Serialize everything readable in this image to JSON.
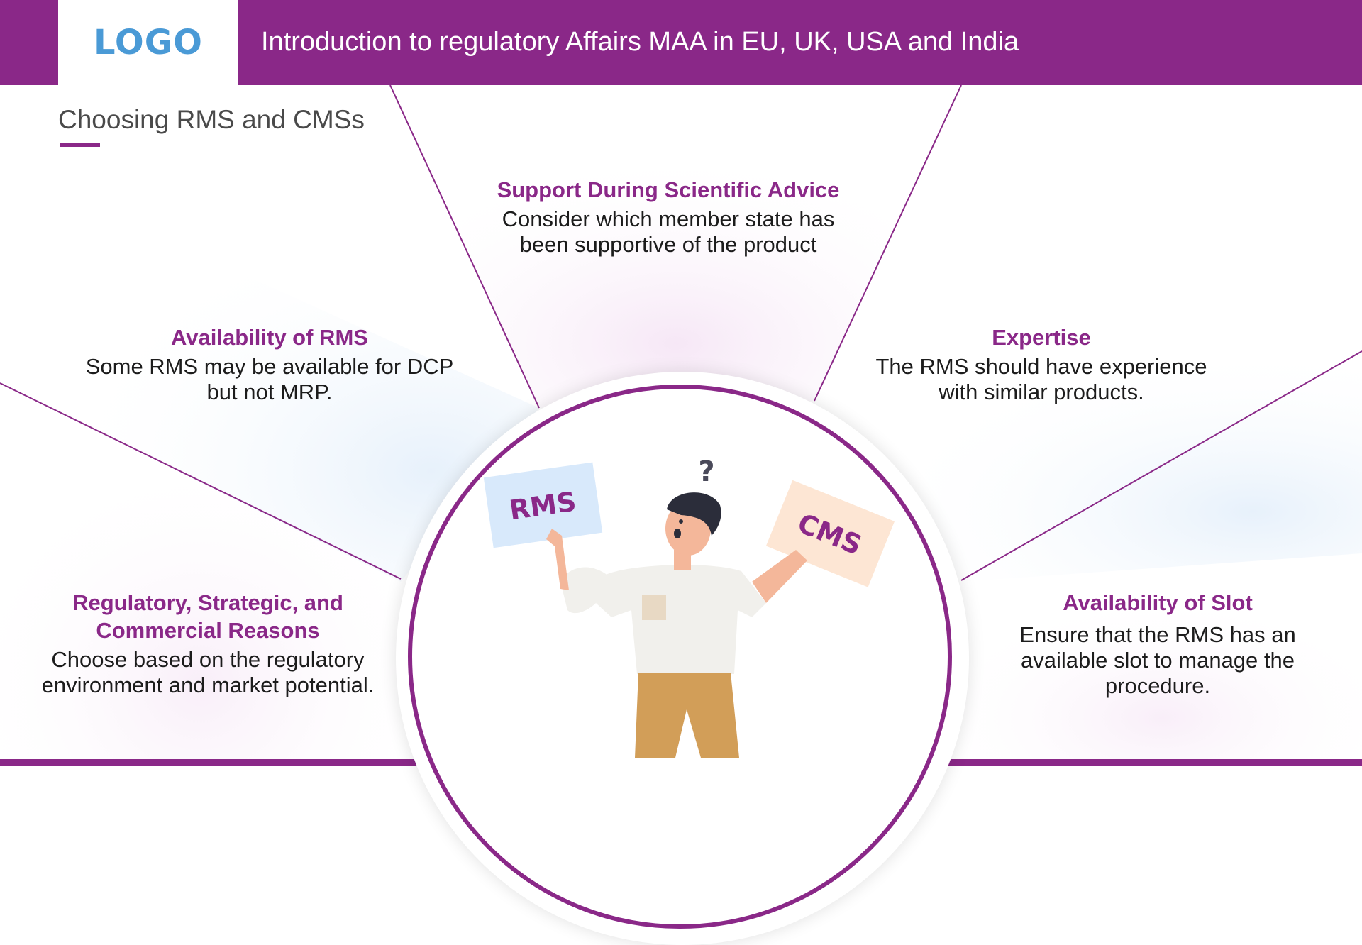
{
  "header": {
    "logo": "LOGO",
    "title": "Introduction to regulatory Affairs MAA in EU, UK, USA and India"
  },
  "page": {
    "title": "Choosing RMS and CMSs"
  },
  "sections": {
    "scientific_advice": {
      "heading": "Support During Scientific Advice",
      "line1": "Consider which member state has",
      "line2": "been supportive of the product"
    },
    "availability_rms": {
      "heading": "Availability of RMS",
      "line1": "Some RMS may be available for DCP",
      "line2": "but not MRP."
    },
    "expertise": {
      "heading": "Expertise",
      "line1": "The RMS should have experience",
      "line2": "with similar products."
    },
    "regulatory_reasons": {
      "heading_line1": "Regulatory, Strategic, and",
      "heading_line2": "Commercial Reasons",
      "line1": "Choose based on the regulatory",
      "line2": "environment and market potential."
    },
    "availability_slot": {
      "heading": "Availability of Slot",
      "line1": "Ensure that the RMS has an",
      "line2": "available slot to manage the",
      "line3": "procedure."
    }
  },
  "illustration": {
    "rms_sign": "RMS",
    "cms_sign": "CMS",
    "question_mark": "?"
  },
  "colors": {
    "brand_purple": "#8a2888",
    "logo_blue": "#4a9ad6",
    "text_dark": "#1c1c1c"
  }
}
